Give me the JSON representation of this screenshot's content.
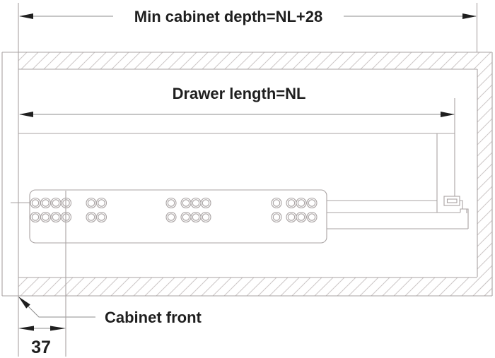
{
  "labels": {
    "min_cabinet_depth": "Min cabinet depth=NL+28",
    "drawer_length": "Drawer length=NL",
    "cabinet_front": "Cabinet front",
    "front_offset": "37"
  },
  "colors": {
    "drawing": "#a9a3a3",
    "hatch": "#ccc7c7",
    "dimension": "#8c8c8c",
    "ink": "#1f1f1f"
  },
  "runner": {
    "hole_rows_y": [
      287.5,
      307.5
    ],
    "hole_radius_outer": 7,
    "hole_radius_inner": 4.7,
    "hole_groups_x": [
      [
        50,
        64.5,
        79,
        93.5
      ],
      [
        129,
        143.5
      ],
      [
        242,
        263,
        277,
        291
      ],
      [
        391,
        412,
        426,
        441
      ]
    ]
  }
}
